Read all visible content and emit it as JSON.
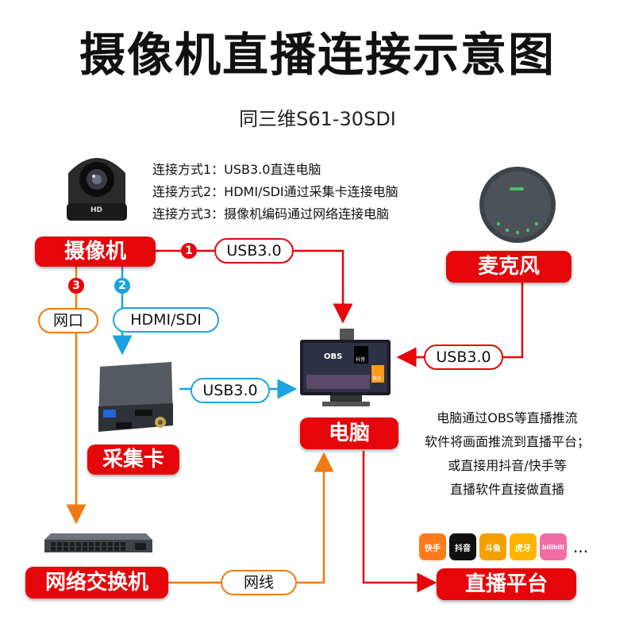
{
  "title": "摄像机直播连接示意图",
  "subtitle": "同三维S61-30SDI",
  "methods": [
    "连接方式1：USB3.0直连电脑",
    "连接方式2：HDMI/SDI通过采集卡连接电脑",
    "连接方式3：摄像机编码通过网络连接电脑"
  ],
  "nodes": {
    "camera": "摄像机",
    "microphone": "麦克风",
    "capture_card": "采集卡",
    "computer": "电脑",
    "switch": "网络交换机",
    "platform": "直播平台"
  },
  "links": {
    "usb_camera": "USB3.0",
    "usb_mic": "USB3.0",
    "usb_capture": "USB3.0",
    "hdmi_sdi": "HDMI/SDI",
    "network_port": "网口",
    "network_cable": "网线"
  },
  "markers": [
    "1",
    "2",
    "3"
  ],
  "camera_device_label": "HD",
  "computer_description": [
    "电脑通过OBS等直播推流",
    "软件将画面推流到直播平台；",
    "或直接用抖音/快手等",
    "直播软件直接做直播"
  ],
  "screen_text": {
    "obs": "OBS",
    "douyin": "抖音",
    "kuaishou": "快手"
  },
  "platforms": [
    "快手",
    "抖音",
    "斗鱼",
    "虎牙",
    "bilibili"
  ],
  "platform_more": "...",
  "colors": {
    "red": "#e6050a",
    "blue": "#1aa3e0",
    "orange": "#f07a12"
  }
}
